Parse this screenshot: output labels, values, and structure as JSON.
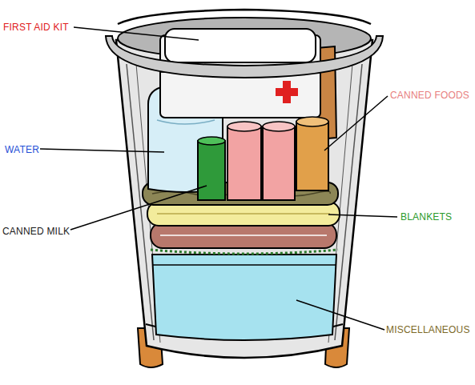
{
  "diagram": {
    "labels": [
      "FIRST AID KIT",
      "CANNED FOODS",
      "WATER",
      "BLANKETS",
      "CANNED MILK",
      "MISCELLANEOUS"
    ]
  }
}
